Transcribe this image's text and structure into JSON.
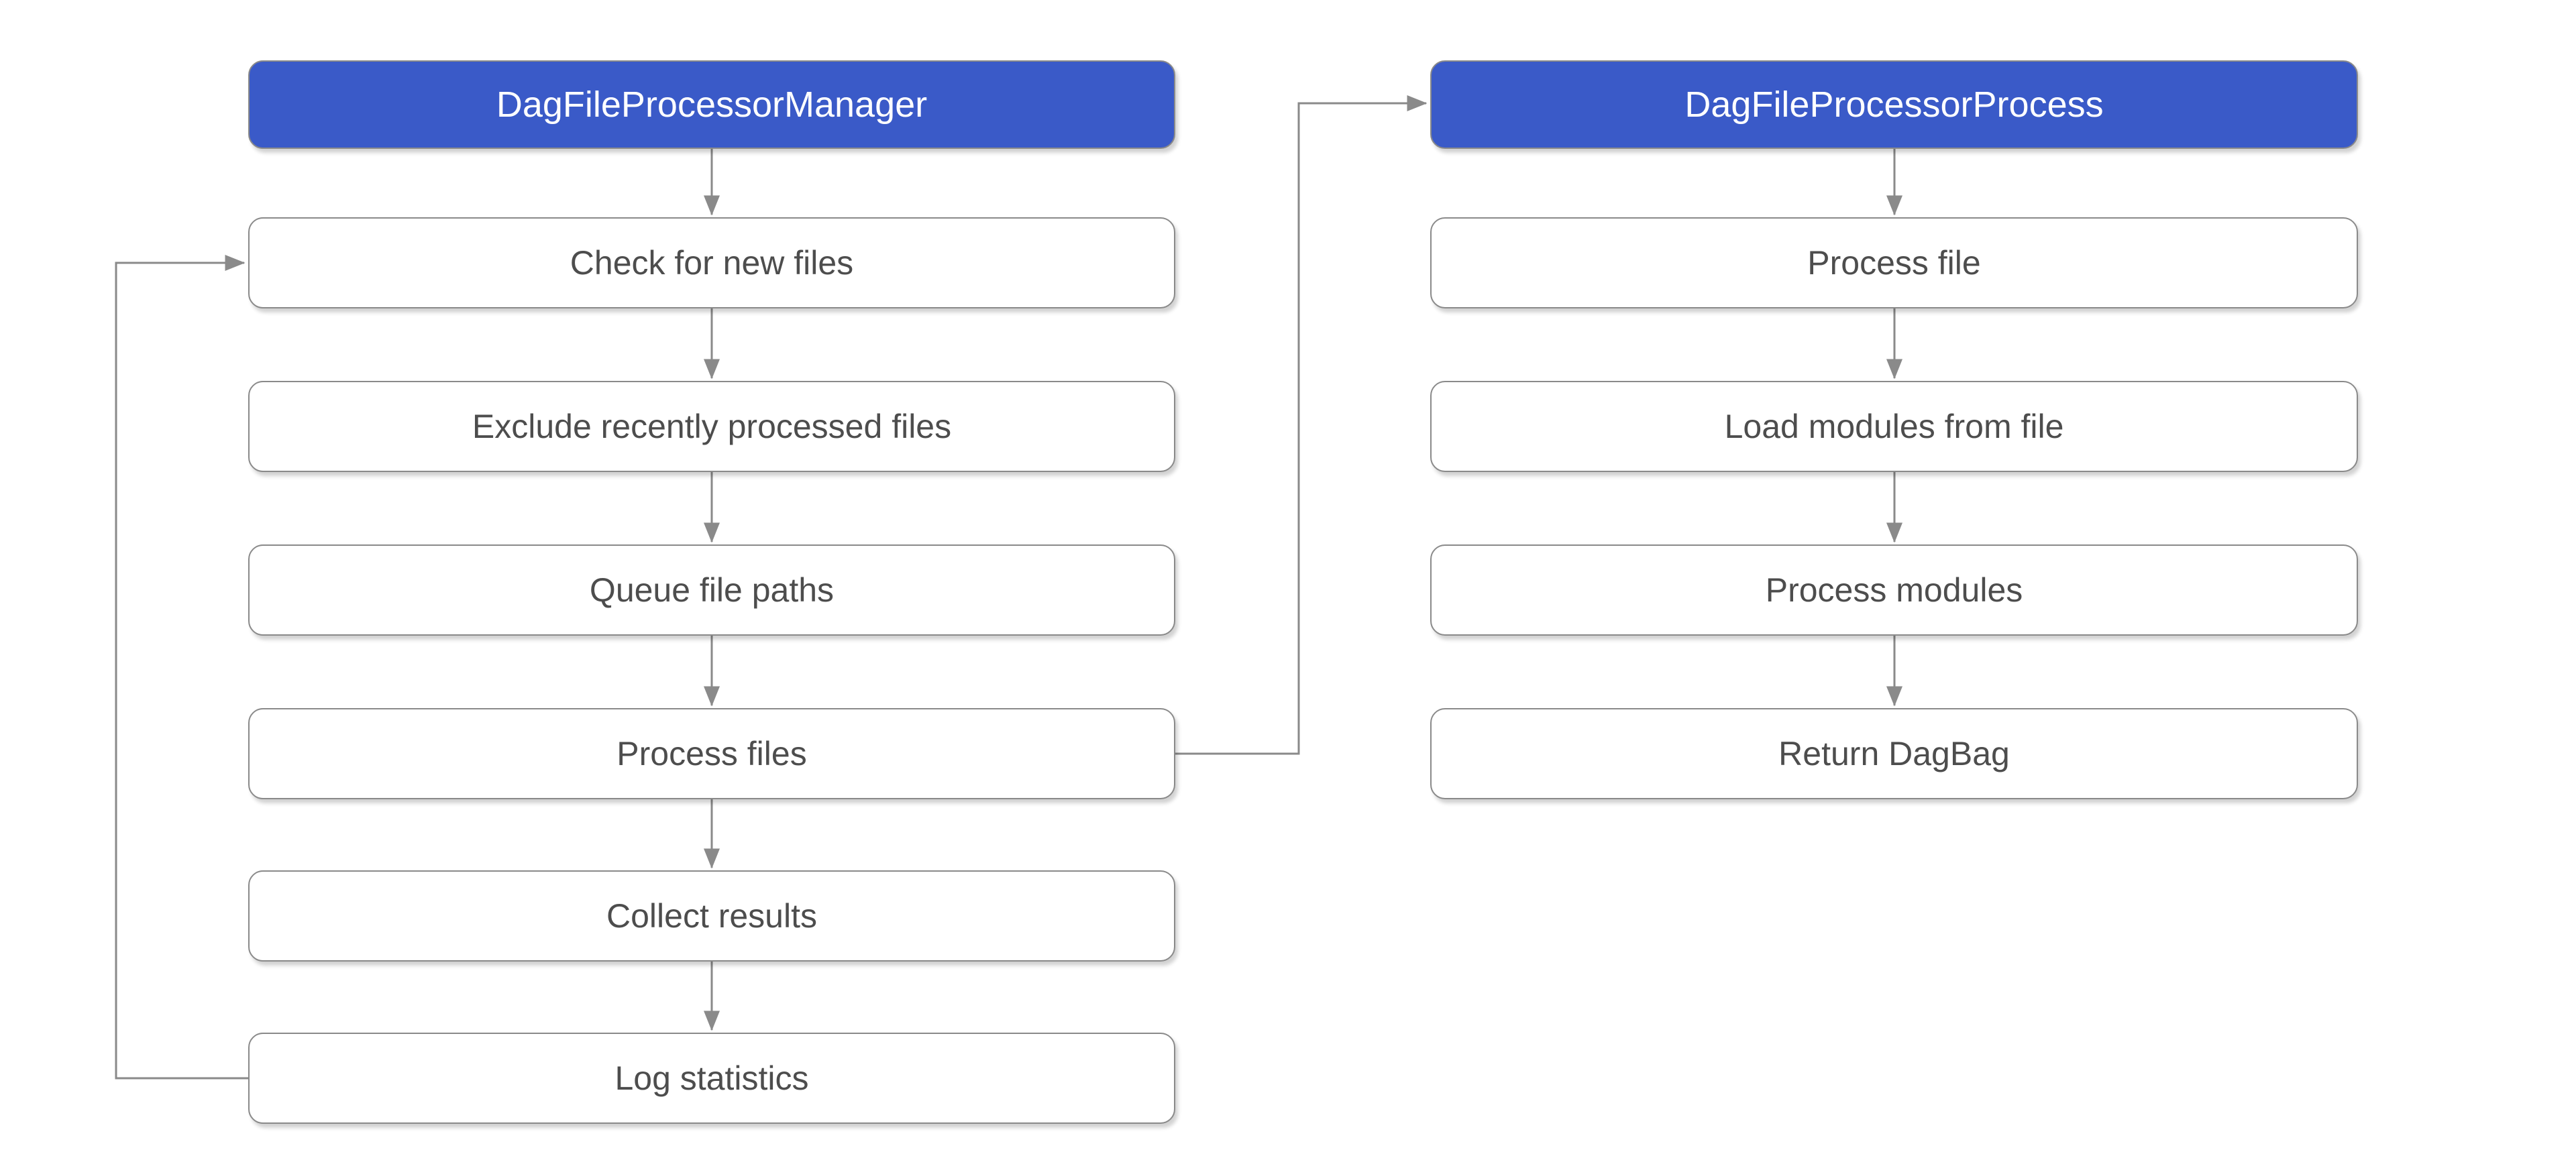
{
  "diagram": {
    "type": "flowchart",
    "columns": [
      {
        "id": "manager",
        "header": "DagFileProcessorManager",
        "steps": [
          "Check for new files",
          "Exclude recently processed files",
          "Queue file paths",
          "Process files",
          "Collect results",
          "Log statistics"
        ]
      },
      {
        "id": "processor",
        "header": "DagFileProcessorProcess",
        "steps": [
          "Process file",
          "Load modules from file",
          "Process modules",
          "Return DagBag"
        ]
      }
    ],
    "edges": [
      {
        "from": "DagFileProcessorManager",
        "to": "Check for new files",
        "type": "down-arrow"
      },
      {
        "from": "Check for new files",
        "to": "Exclude recently processed files",
        "type": "down-arrow"
      },
      {
        "from": "Exclude recently processed files",
        "to": "Queue file paths",
        "type": "down-arrow"
      },
      {
        "from": "Queue file paths",
        "to": "Process files",
        "type": "down-arrow"
      },
      {
        "from": "Process files",
        "to": "Collect results",
        "type": "down-arrow"
      },
      {
        "from": "Collect results",
        "to": "Log statistics",
        "type": "down-arrow"
      },
      {
        "from": "Log statistics",
        "to": "Check for new files",
        "type": "loop-back-left"
      },
      {
        "from": "Process files",
        "to": "DagFileProcessorProcess",
        "type": "cross-link-right"
      },
      {
        "from": "DagFileProcessorProcess",
        "to": "Process file",
        "type": "down-arrow"
      },
      {
        "from": "Process file",
        "to": "Load modules from file",
        "type": "down-arrow"
      },
      {
        "from": "Load modules from file",
        "to": "Process modules",
        "type": "down-arrow"
      },
      {
        "from": "Process modules",
        "to": "Return DagBag",
        "type": "down-arrow"
      }
    ],
    "colors": {
      "header_fill": "#3a5ac8",
      "header_text": "#ffffff",
      "step_fill": "#ffffff",
      "step_border": "#8a8a8a",
      "step_text": "#4d4d4d",
      "connector": "#8a8a8a",
      "background": "#ffffff"
    }
  }
}
